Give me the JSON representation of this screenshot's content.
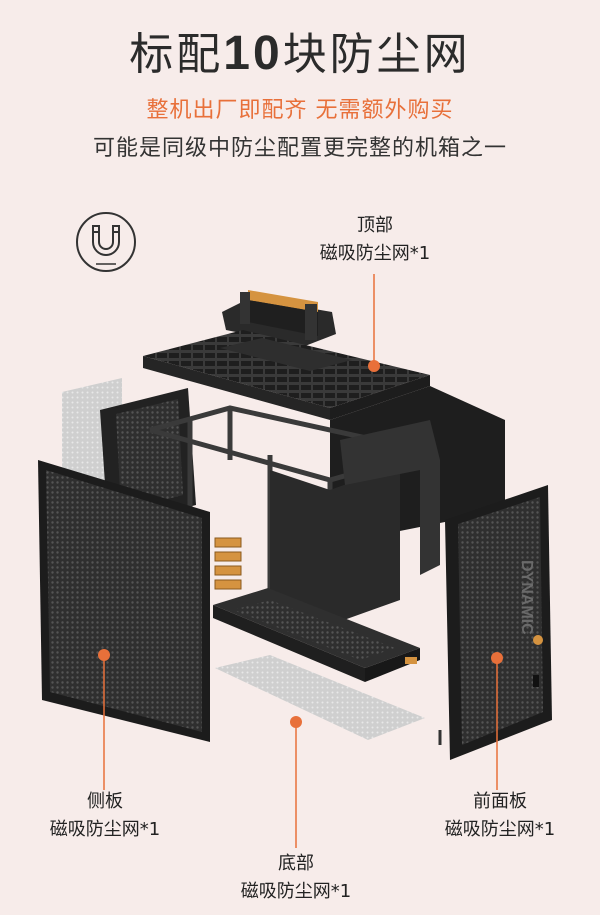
{
  "header": {
    "title_pre": "标配",
    "title_num": "10",
    "title_post": "块防尘网",
    "subtitle_accent": "整机出厂即配齐 无需额外购买",
    "subtitle": "可能是同级中防尘配置更完整的机箱之一"
  },
  "badge": {
    "icon": "magnet-icon"
  },
  "callouts": {
    "top": {
      "name": "顶部",
      "desc": "磁吸防尘网*1"
    },
    "side": {
      "name": "侧板",
      "desc": "磁吸防尘网*1"
    },
    "bottom": {
      "name": "底部",
      "desc": "磁吸防尘网*1"
    },
    "front": {
      "name": "前面板",
      "desc": "磁吸防尘网*1"
    }
  },
  "product": {
    "front_brand_text": "DYNAMIC"
  },
  "colors": {
    "background": "#f7ecea",
    "accent": "#e8703a",
    "case_dark": "#2b2b2b",
    "wood": "#d59340"
  }
}
